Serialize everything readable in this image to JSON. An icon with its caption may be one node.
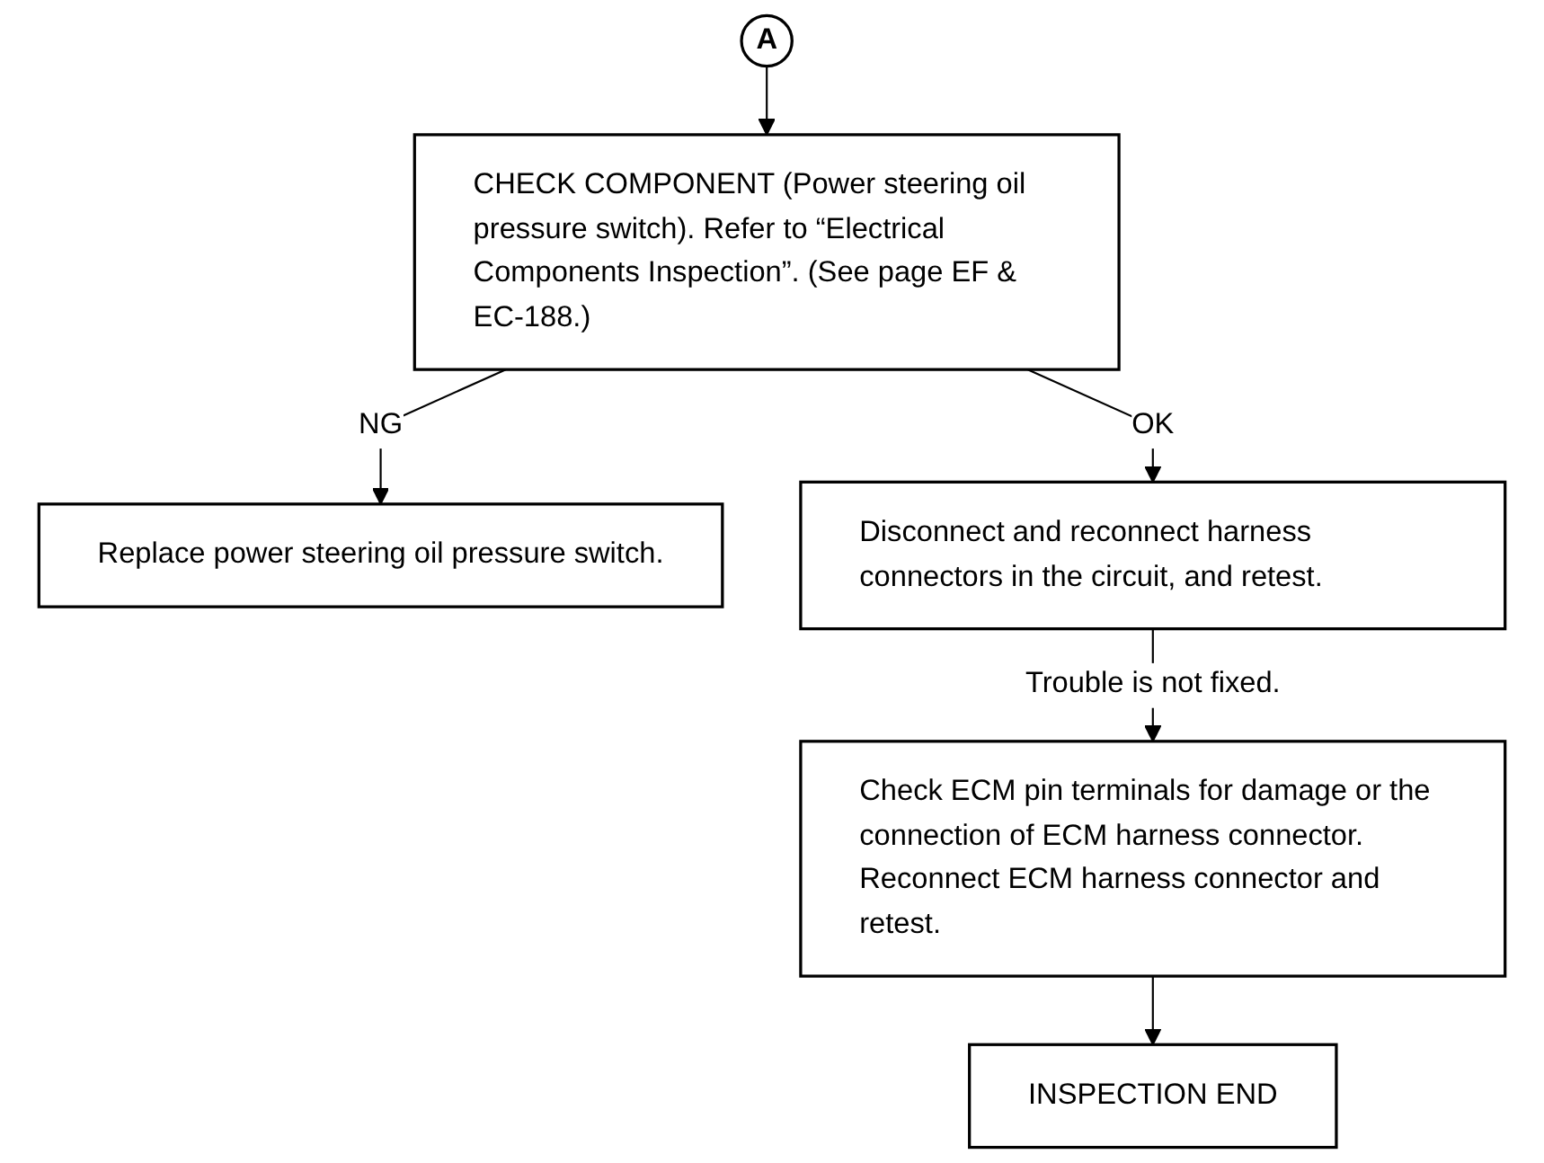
{
  "diagram": {
    "nodes": [
      {
        "text": [
          "A"
        ]
      },
      {
        "text": [
          "CHECK COMPONENT (Power steering oil pressure switch). Refer to “Electrical Components Inspection”. (See page EF & EC-188.)"
        ]
      },
      {
        "text": [
          "Replace power steering oil pressure switch."
        ]
      },
      {
        "text": [
          "Disconnect and reconnect harness connectors in the circuit, and retest."
        ]
      },
      {
        "text": [
          "Check ECM pin terminals for damage or the connection of ECM harness connector. Reconnect ECM harness connector and retest."
        ]
      },
      {
        "text": [
          "INSPECTION END"
        ]
      }
    ],
    "edges": [
      {
        "from": 0,
        "to": 1,
        "arrow": "to"
      },
      {
        "from": 1,
        "to": 2,
        "arrow": "to",
        "label": "NG"
      },
      {
        "from": 1,
        "to": 3,
        "arrow": "to",
        "label": "OK"
      },
      {
        "from": 3,
        "to": 4,
        "arrow": "to",
        "label": "Trouble is not fixed."
      },
      {
        "from": 4,
        "to": 5,
        "arrow": "to"
      }
    ]
  }
}
